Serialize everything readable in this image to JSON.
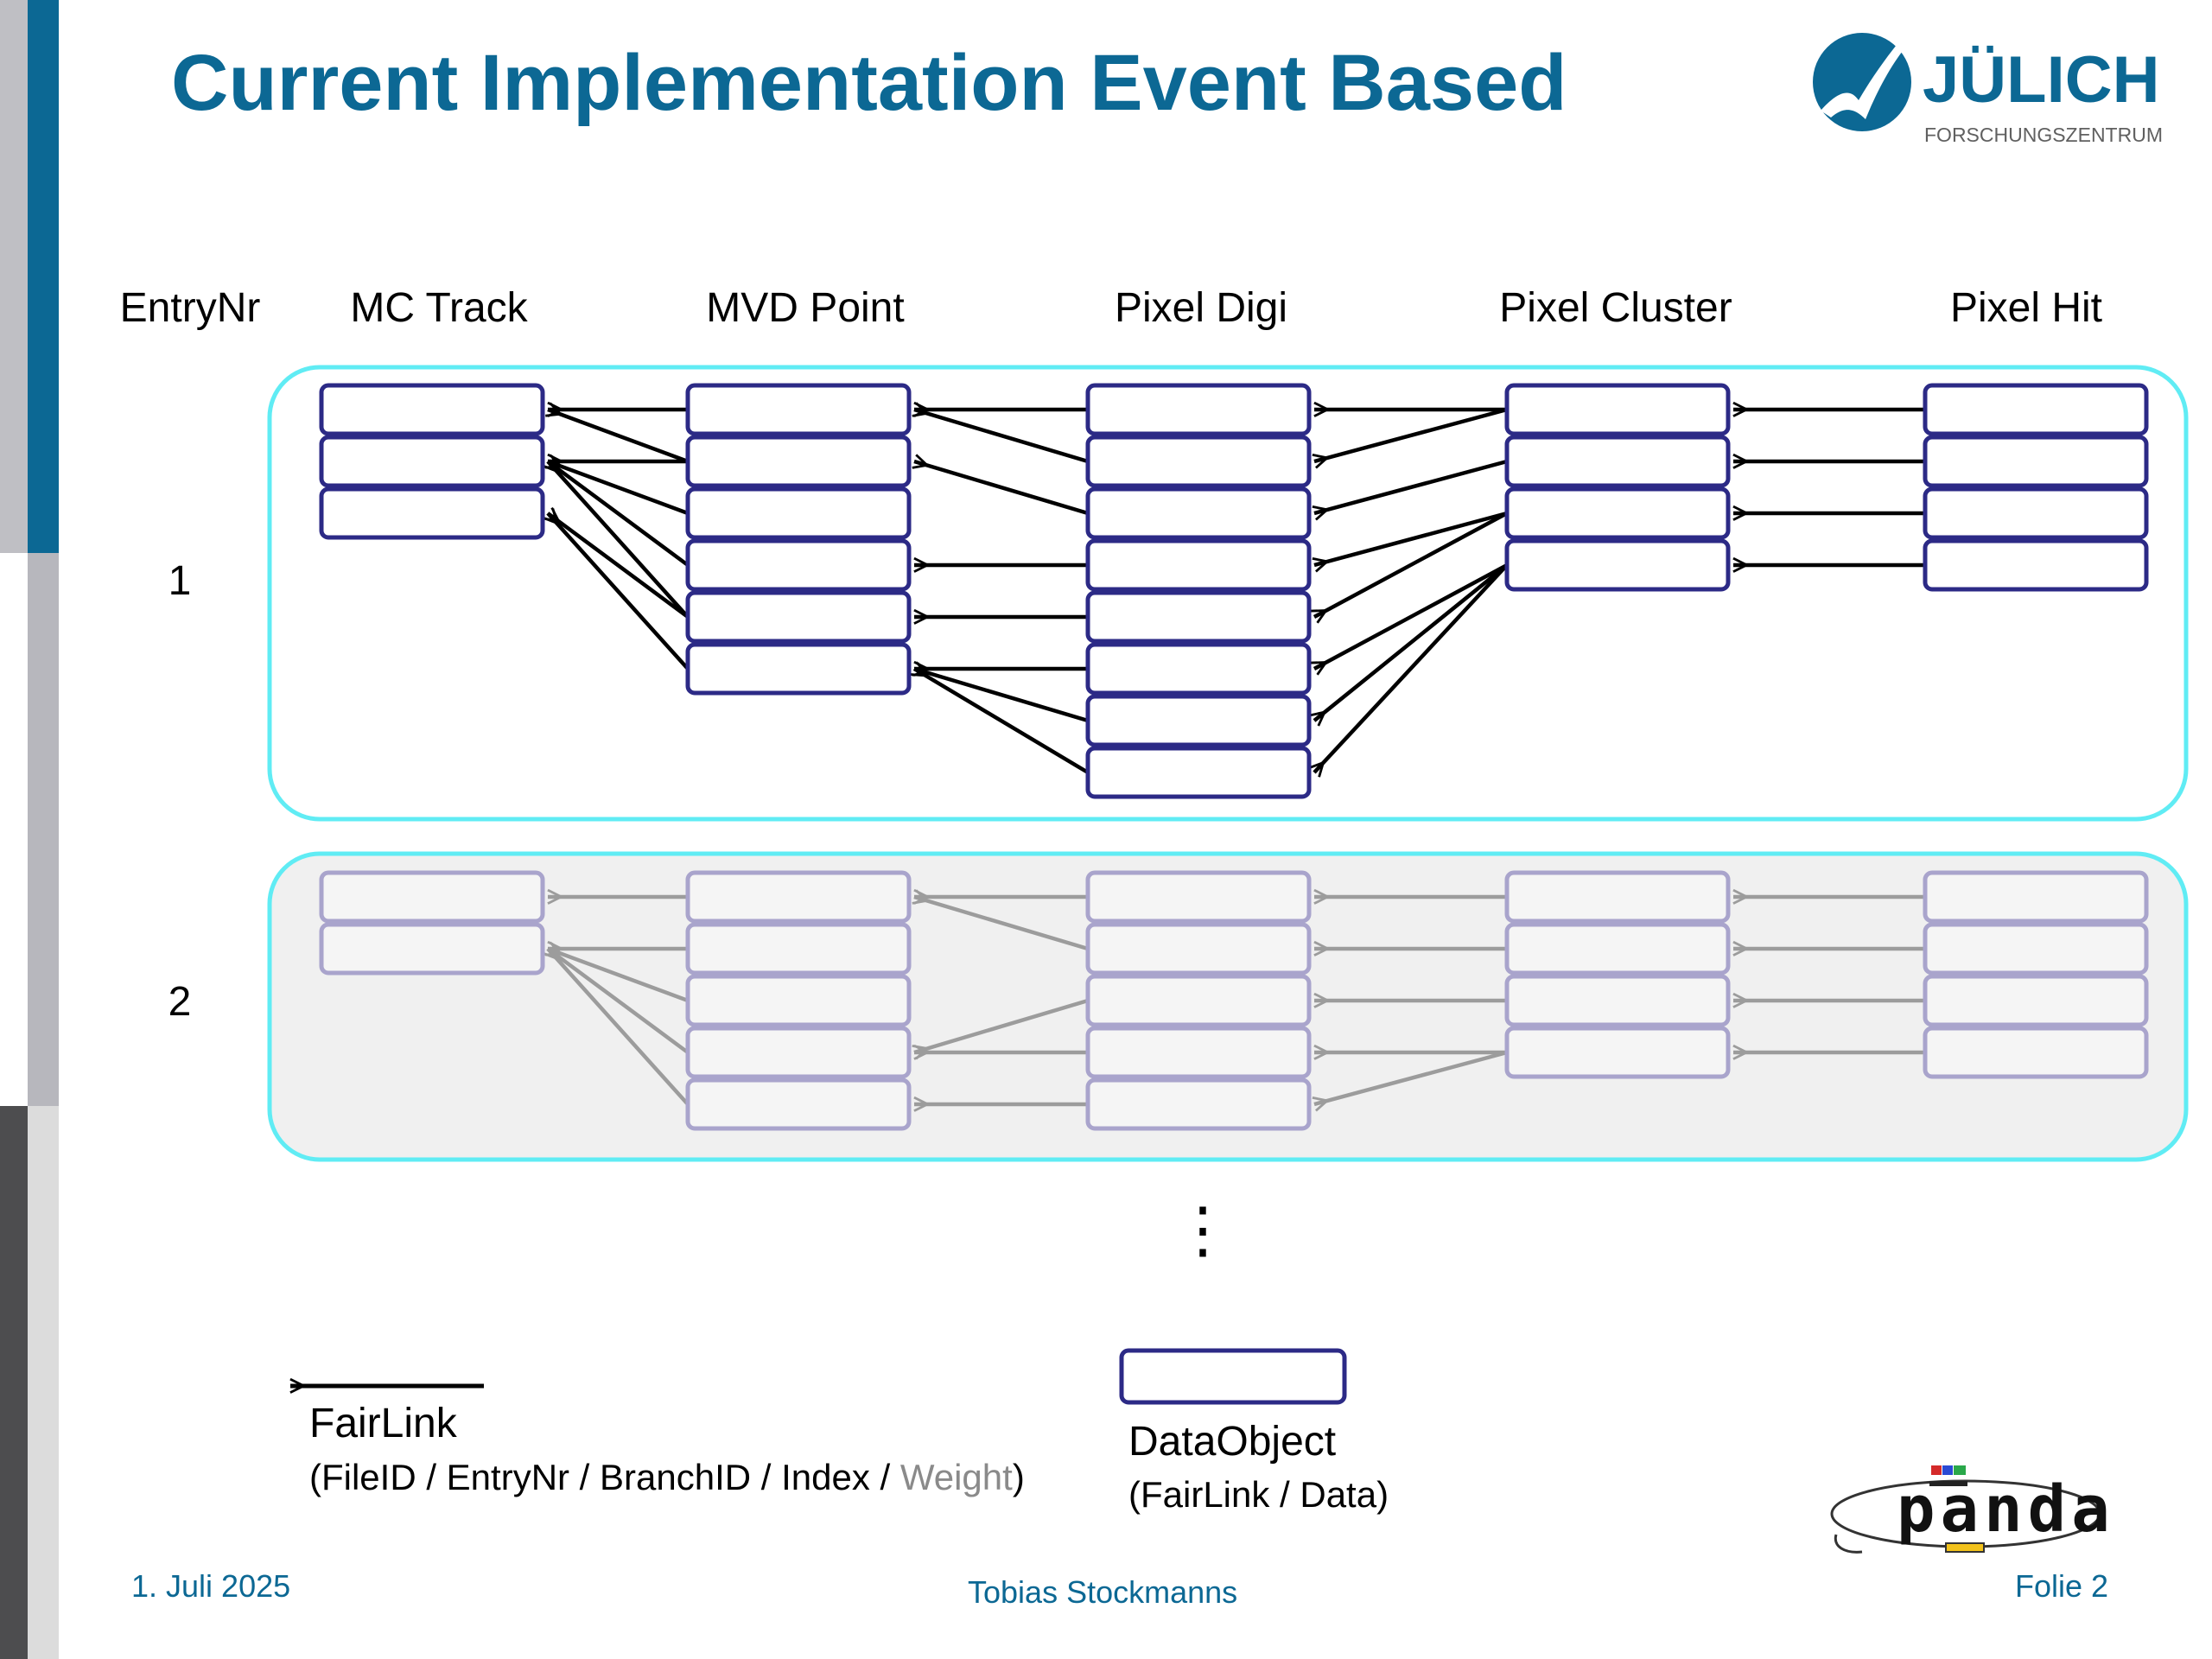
{
  "slide": {
    "title": "Current Implementation Event Based",
    "logo": {
      "name": "JÜLICH",
      "subtitle": "FORSCHUNGSZENTRUM"
    },
    "footer": {
      "date": "1. Juli 2025",
      "author": "Tobias Stockmanns",
      "page": "Folie 2"
    },
    "panda_logo_text": "panda"
  },
  "diagram": {
    "entry_header": "EntryNr",
    "columns": [
      "MC Track",
      "MVD Point",
      "Pixel Digi",
      "Pixel Cluster",
      "Pixel Hit"
    ],
    "ellipsis": "⋮",
    "events": [
      {
        "entry": "1",
        "faded": false,
        "counts": [
          3,
          6,
          8,
          4,
          4
        ],
        "links": [
          [
            1,
            0,
            0
          ],
          [
            1,
            1,
            0
          ],
          [
            1,
            1,
            1
          ],
          [
            1,
            2,
            1
          ],
          [
            1,
            3,
            1
          ],
          [
            1,
            4,
            1
          ],
          [
            1,
            4,
            2
          ],
          [
            1,
            5,
            2
          ],
          [
            2,
            0,
            0
          ],
          [
            2,
            1,
            0
          ],
          [
            2,
            2,
            1
          ],
          [
            2,
            3,
            3
          ],
          [
            2,
            4,
            4
          ],
          [
            2,
            5,
            5
          ],
          [
            2,
            6,
            5
          ],
          [
            2,
            7,
            5
          ],
          [
            3,
            0,
            0
          ],
          [
            3,
            0,
            1
          ],
          [
            3,
            1,
            2
          ],
          [
            3,
            2,
            3
          ],
          [
            3,
            2,
            4
          ],
          [
            3,
            3,
            5
          ],
          [
            3,
            3,
            6
          ],
          [
            3,
            3,
            7
          ],
          [
            4,
            0,
            0
          ],
          [
            4,
            1,
            1
          ],
          [
            4,
            2,
            2
          ],
          [
            4,
            3,
            3
          ]
        ]
      },
      {
        "entry": "2",
        "faded": true,
        "counts": [
          2,
          5,
          5,
          4,
          4
        ],
        "links": [
          [
            1,
            0,
            0
          ],
          [
            1,
            1,
            1
          ],
          [
            1,
            2,
            1
          ],
          [
            1,
            3,
            1
          ],
          [
            1,
            4,
            1
          ],
          [
            2,
            0,
            0
          ],
          [
            2,
            1,
            0
          ],
          [
            2,
            2,
            3
          ],
          [
            2,
            3,
            3
          ],
          [
            2,
            4,
            4
          ],
          [
            3,
            0,
            0
          ],
          [
            3,
            1,
            1
          ],
          [
            3,
            2,
            2
          ],
          [
            3,
            3,
            3
          ],
          [
            3,
            3,
            4
          ],
          [
            4,
            0,
            0
          ],
          [
            4,
            1,
            1
          ],
          [
            4,
            2,
            2
          ],
          [
            4,
            3,
            3
          ]
        ]
      }
    ]
  },
  "legend": {
    "fairlink_label": "FairLink",
    "fairlink_fields": "(FileID / EntryNr / BranchID / Index / ",
    "fairlink_weight": "Weight",
    "fairlink_close": ")",
    "dataobject_label": "DataObject",
    "dataobject_fields": "(FairLink / Data)"
  },
  "colors": {
    "title": "#0c6894",
    "box": "#2c2a86",
    "event_border": "#60ecf4",
    "faded_fill": "#f0f0f0",
    "faded_box": "#a9a4cc",
    "faded_arrow": "#9c9c9c",
    "weight_text": "#8a8a8a"
  }
}
